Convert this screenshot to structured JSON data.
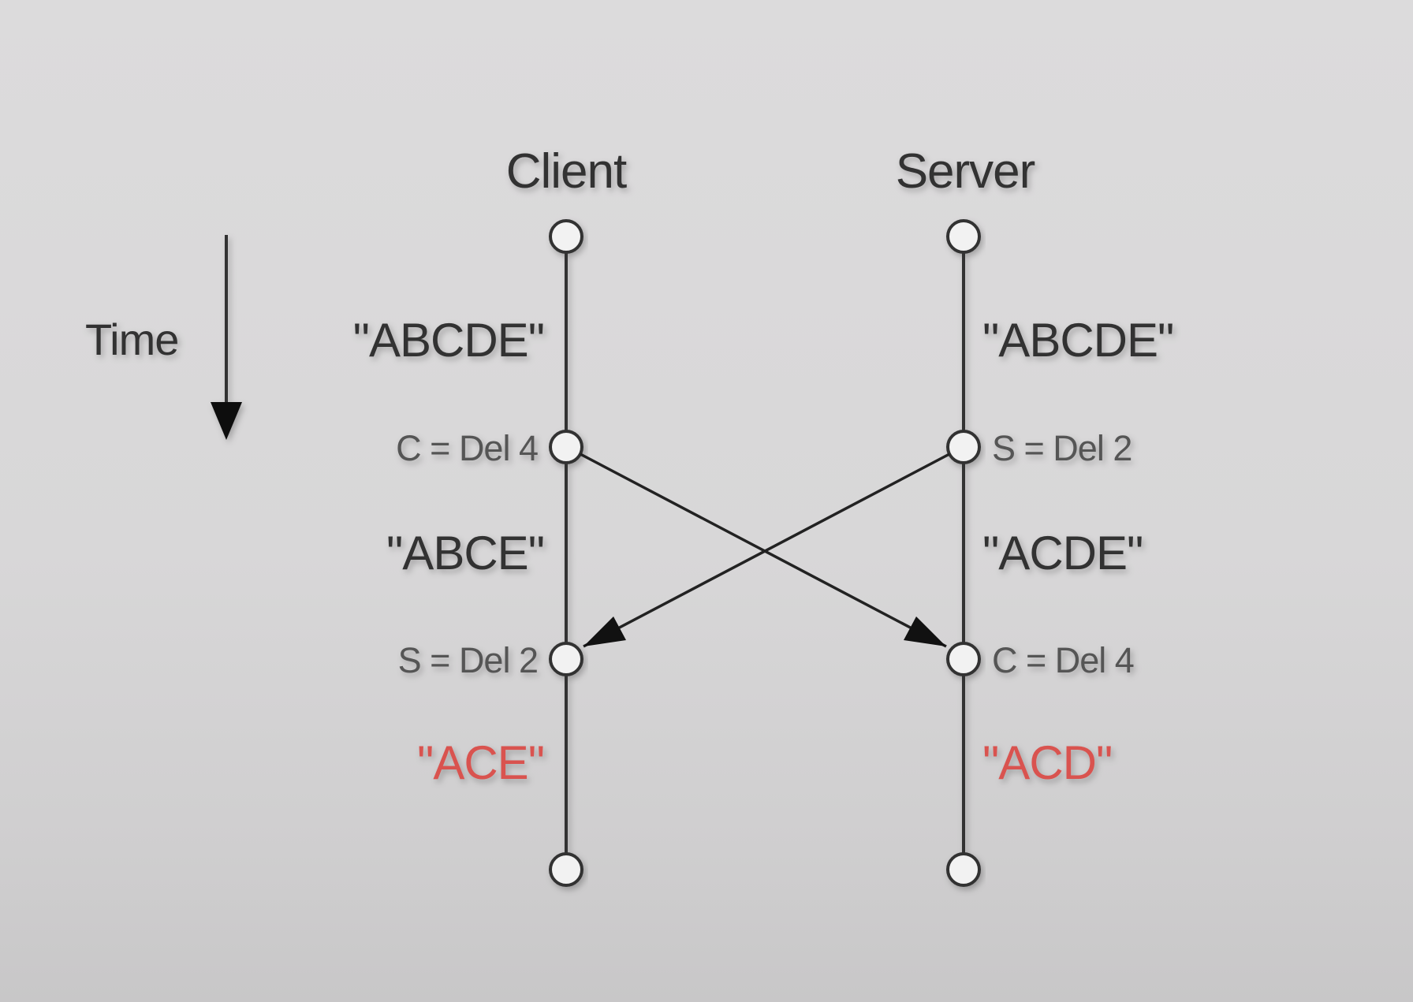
{
  "lanes": {
    "client": {
      "label": "Client"
    },
    "server": {
      "label": "Server"
    }
  },
  "time_label": "Time",
  "client_states": {
    "initial": "\"ABCDE\"",
    "after_local": "\"ABCE\"",
    "final": "\"ACE\""
  },
  "server_states": {
    "initial": "\"ABCDE\"",
    "after_local": "\"ACDE\"",
    "final": "\"ACD\""
  },
  "client_ops": {
    "local": "C = Del 4",
    "remote": "S = Del 2"
  },
  "server_ops": {
    "local": "S = Del 2",
    "remote": "C = Del 4"
  },
  "colors": {
    "text": "#333333",
    "conflict": "#d9534f",
    "background": "#dcdbdc"
  }
}
